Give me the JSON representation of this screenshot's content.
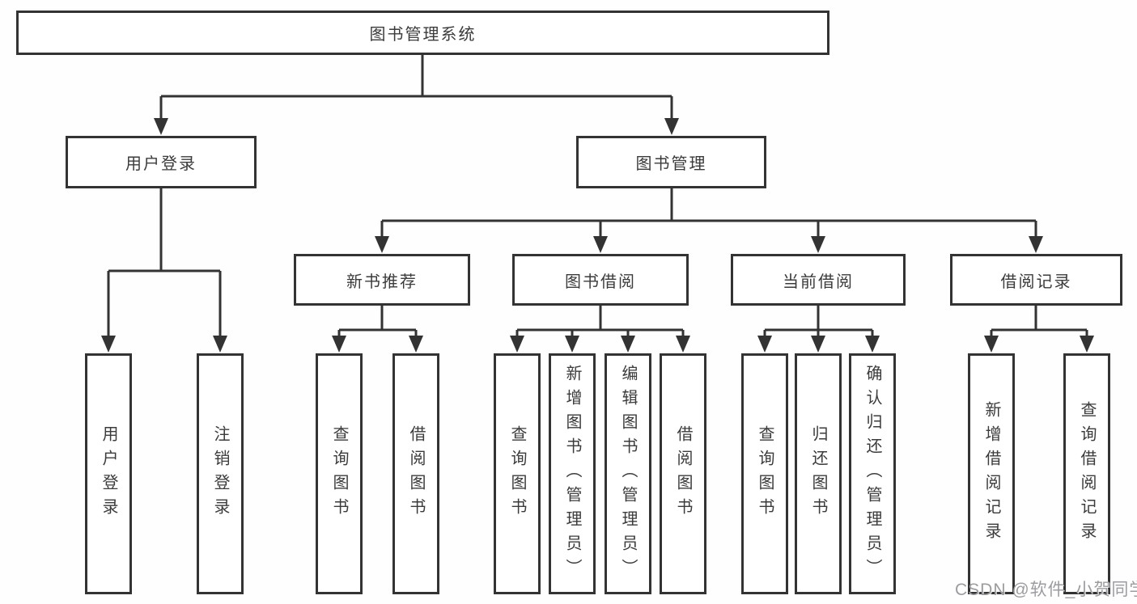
{
  "diagram": {
    "root": {
      "label": "图书管理系统"
    },
    "level2": [
      {
        "label": "用户登录"
      },
      {
        "label": "图书管理"
      }
    ],
    "level3": [
      {
        "label": "新书推荐"
      },
      {
        "label": "图书借阅"
      },
      {
        "label": "当前借阅"
      },
      {
        "label": "借阅记录"
      }
    ],
    "leaves": {
      "userLogin": [
        {
          "label": "用户登录"
        },
        {
          "label": "注销登录"
        }
      ],
      "newBook": [
        {
          "label": "查询图书"
        },
        {
          "label": "借阅图书"
        }
      ],
      "bookBorrow": [
        {
          "label": "查询图书"
        },
        {
          "label": "新增图书（管理员）"
        },
        {
          "label": "编辑图书（管理员）"
        },
        {
          "label": "借阅图书"
        }
      ],
      "currentBorrow": [
        {
          "label": "查询图书"
        },
        {
          "label": "归还图书"
        },
        {
          "label": "确认归还（管理员）"
        }
      ],
      "borrowRecords": [
        {
          "label": "新增借阅记录"
        },
        {
          "label": "查询借阅记录"
        }
      ]
    }
  },
  "watermark": {
    "text": "CSDN @软件_小贺同学"
  },
  "colors": {
    "line": "#333333",
    "text": "#3b3b3b",
    "watermark": "#9c9ca0",
    "background": "#fefefe"
  }
}
